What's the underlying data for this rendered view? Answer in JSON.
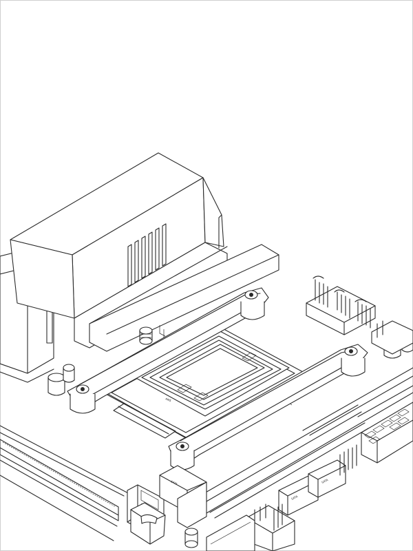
{
  "diagram": {
    "socket_label": "AM5",
    "connector_labels": [
      "SATA",
      "SATA",
      "SATA",
      "SATA"
    ],
    "line_color": "#2a2a2a",
    "background_color": "#ffffff"
  }
}
